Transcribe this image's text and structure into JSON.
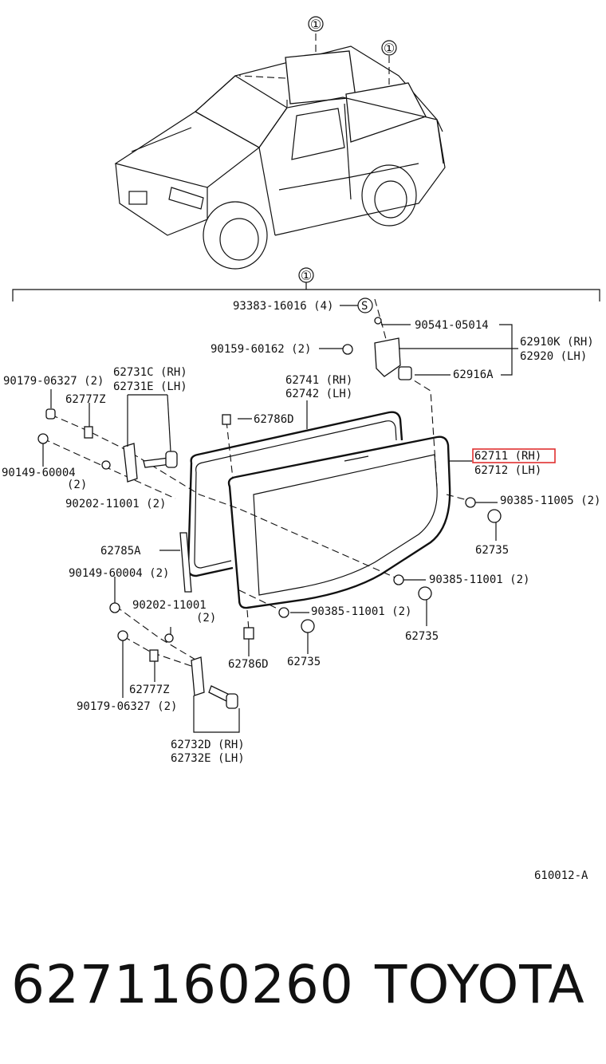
{
  "diagram": {
    "ref_marker": "①",
    "drawing_code": "610012-A",
    "highlight_part": "62711 (RH)",
    "labels": {
      "l93383": "93383-16016 (4)",
      "s_mark": "S",
      "l90541": "90541-05014",
      "l62910": "62910K (RH)",
      "l62920": "62920  (LH)",
      "l90159": "90159-60162 (2)",
      "l62916": "62916A",
      "l90179a": "90179-06327 (2)",
      "l62731c": "62731C (RH)",
      "l62731e": "62731E (LH)",
      "l62777a": "62777Z",
      "l62741": "62741 (RH)",
      "l62742": "62742 (LH)",
      "l62786a": "62786D",
      "l62711": "62711 (RH)",
      "l62712": "62712 (LH)",
      "l90149a": "90149-60004",
      "l90149a_qty": "(2)",
      "l90202a": "90202-11001 (2)",
      "l90385a": "90385-11005 (2)",
      "l62735a": "62735",
      "l62785": "62785A",
      "l90149b": "90149-60004 (2)",
      "l90385b": "90385-11001 (2)",
      "l90202b": "90202-11001",
      "l90202b_qty": "(2)",
      "l90385c": "90385-11001 (2)",
      "l62735b": "62735",
      "l62786b": "62786D",
      "l62735c": "62735",
      "l62777b": "62777Z",
      "l90179b": "90179-06327 (2)",
      "l62732d": "62732D (RH)",
      "l62732e": "62732E (LH)"
    }
  },
  "footer": {
    "part_number": "6271160260",
    "brand": "TOYOTA"
  }
}
